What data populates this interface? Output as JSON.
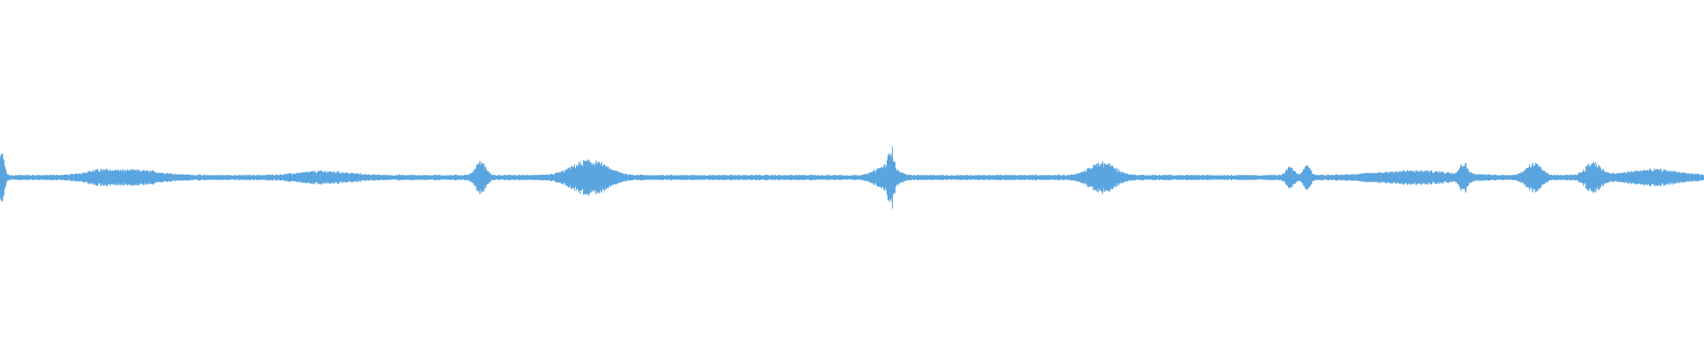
{
  "waveform": {
    "color": "#5aa5df",
    "background": "#ffffff",
    "baseline_amplitude": 0.012,
    "noise_amplitude": 0.01,
    "bursts": [
      {
        "center": 0.001,
        "width": 0.002,
        "peak": 0.14
      },
      {
        "center": 0.058,
        "width": 0.012,
        "peak": 0.025
      },
      {
        "center": 0.08,
        "width": 0.02,
        "peak": 0.03
      },
      {
        "center": 0.19,
        "width": 0.02,
        "peak": 0.025
      },
      {
        "center": 0.282,
        "width": 0.004,
        "peak": 0.085
      },
      {
        "center": 0.346,
        "width": 0.014,
        "peak": 0.09
      },
      {
        "center": 0.52,
        "width": 0.008,
        "peak": 0.06
      },
      {
        "center": 0.523,
        "width": 0.002,
        "peak": 0.13
      },
      {
        "center": 0.647,
        "width": 0.01,
        "peak": 0.08
      },
      {
        "center": 0.757,
        "width": 0.003,
        "peak": 0.05
      },
      {
        "center": 0.767,
        "width": 0.003,
        "peak": 0.055
      },
      {
        "center": 0.83,
        "width": 0.03,
        "peak": 0.028
      },
      {
        "center": 0.859,
        "width": 0.003,
        "peak": 0.07
      },
      {
        "center": 0.9,
        "width": 0.006,
        "peak": 0.075
      },
      {
        "center": 0.935,
        "width": 0.006,
        "peak": 0.08
      },
      {
        "center": 0.97,
        "width": 0.02,
        "peak": 0.035
      }
    ]
  }
}
